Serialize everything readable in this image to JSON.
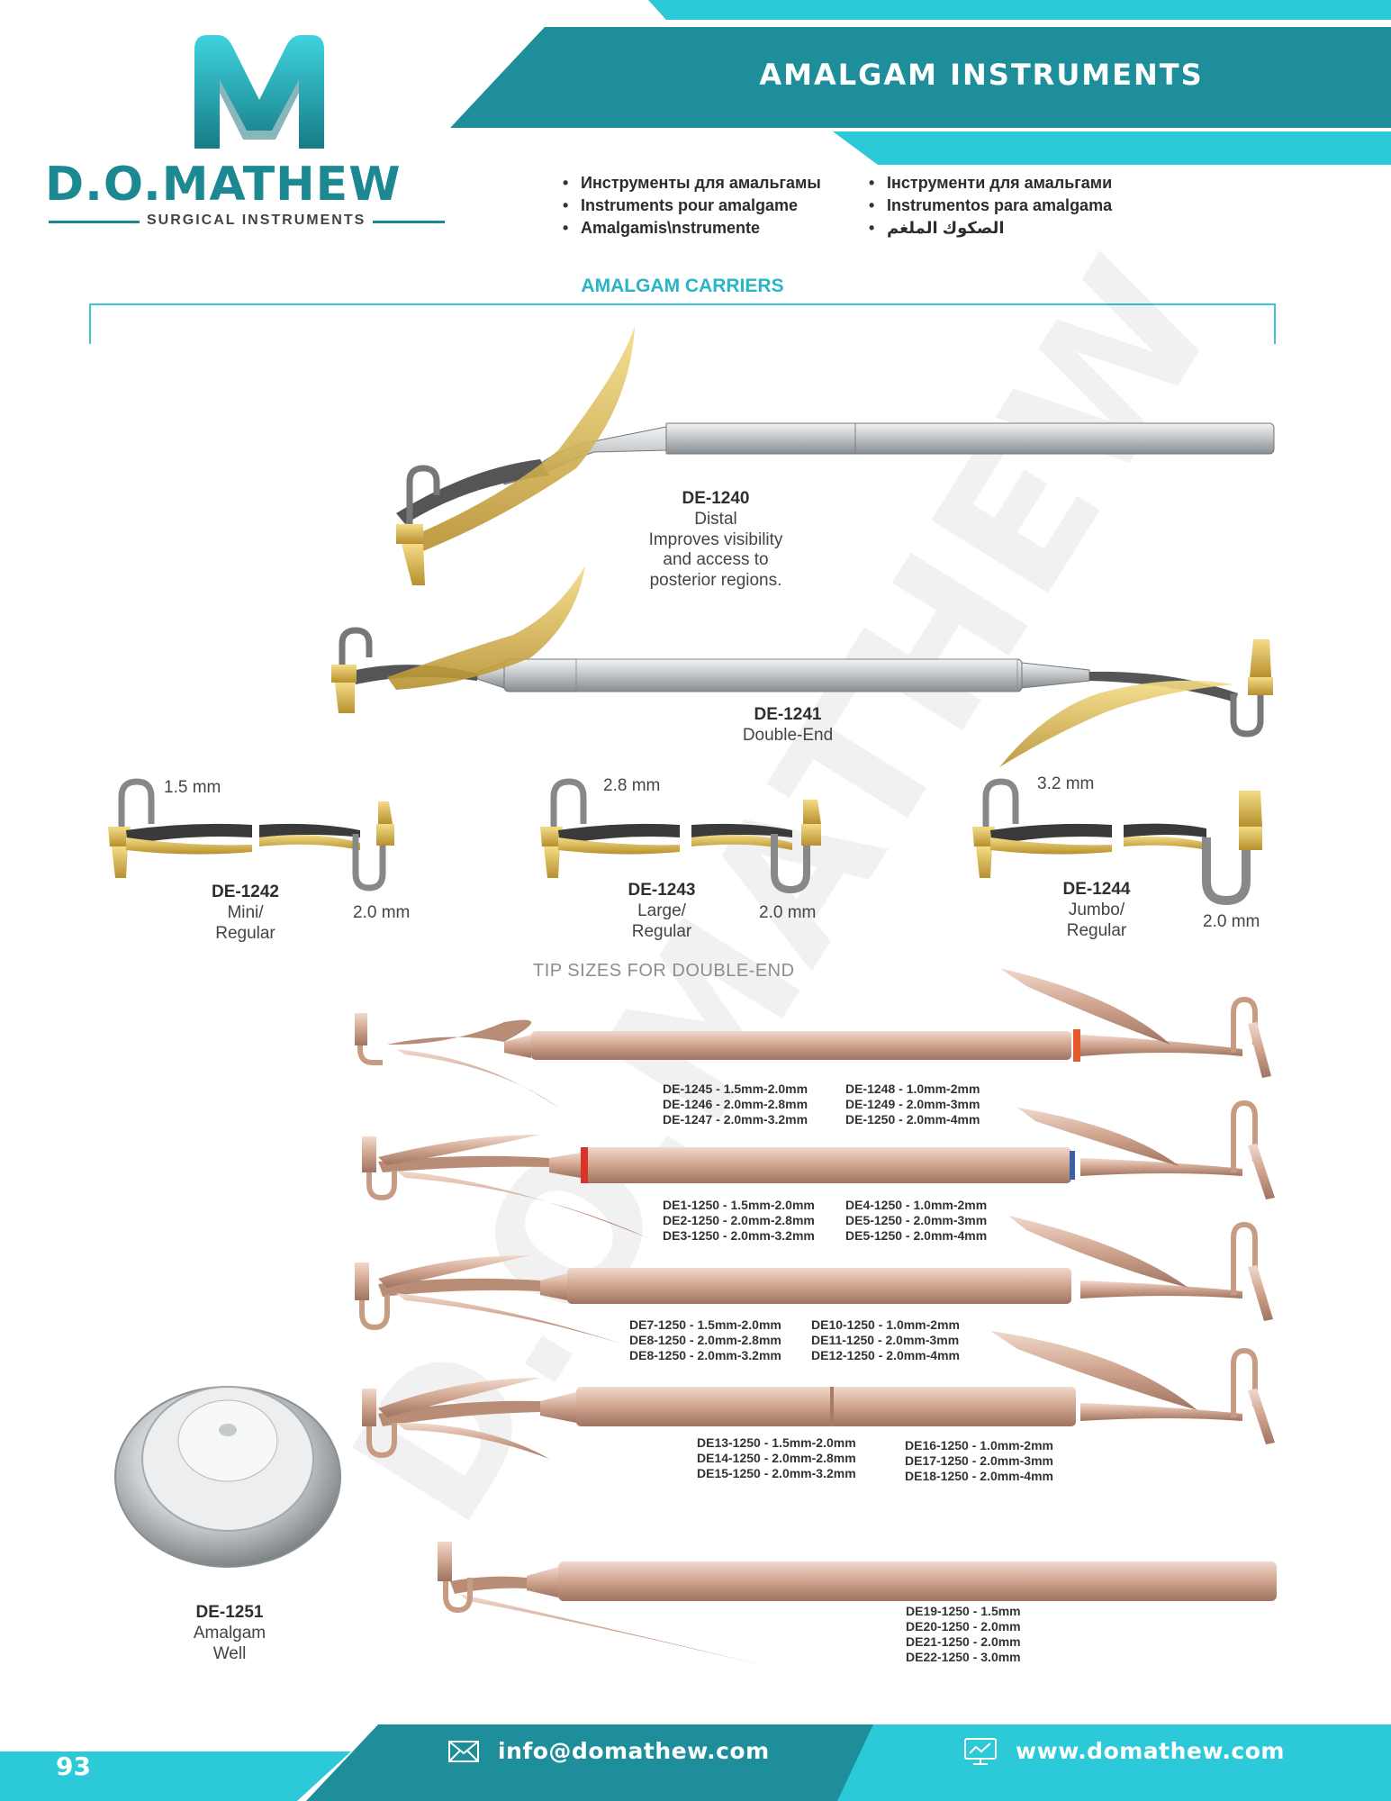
{
  "brand": {
    "name": "D.O.MATHEW",
    "tagline": "SURGICAL INSTRUMENTS",
    "logo_letter": "M"
  },
  "header": {
    "title": "AMALGAM INSTRUMENTS"
  },
  "languages": {
    "left": [
      "Инструменты для амальгамы",
      "Instruments pour amalgame",
      "Amalgamis\\nstrumente"
    ],
    "right": [
      "Інструменти для амальгами",
      "Instrumentos para amalgama",
      "الصكوك الملغم"
    ]
  },
  "section": {
    "title": "AMALGAM CARRIERS"
  },
  "watermark": "D.O.MATHEW",
  "products": {
    "de1240": {
      "code": "DE-1240",
      "lines": [
        "Distal",
        "Improves visibility",
        "and access to",
        "posterior regions."
      ]
    },
    "de1241": {
      "code": "DE-1241",
      "lines": [
        "Double-End"
      ]
    },
    "de1242": {
      "code": "DE-1242",
      "lines": [
        "Mini/",
        "Regular"
      ],
      "tip_a": "1.5 mm",
      "tip_b": "2.0 mm"
    },
    "de1243": {
      "code": "DE-1243",
      "lines": [
        "Large/",
        "Regular"
      ],
      "tip_a": "2.8 mm",
      "tip_b": "2.0 mm"
    },
    "de1244": {
      "code": "DE-1244",
      "lines": [
        "Jumbo/",
        "Regular"
      ],
      "tip_a": "3.2 mm",
      "tip_b": "2.0 mm"
    },
    "de1251": {
      "code": "DE-1251",
      "lines": [
        "Amalgam",
        "Well"
      ]
    }
  },
  "tip_sizes_caption": "TIP SIZES FOR DOUBLE-END",
  "code_groups": [
    {
      "left": [
        "DE-1245 - 1.5mm-2.0mm",
        "DE-1246 - 2.0mm-2.8mm",
        "DE-1247 - 2.0mm-3.2mm"
      ],
      "right": [
        "DE-1248 - 1.0mm-2mm",
        "DE-1249 - 2.0mm-3mm",
        "DE-1250 - 2.0mm-4mm"
      ]
    },
    {
      "left": [
        "DE1-1250 - 1.5mm-2.0mm",
        "DE2-1250 - 2.0mm-2.8mm",
        "DE3-1250 - 2.0mm-3.2mm"
      ],
      "right": [
        "DE4-1250 - 1.0mm-2mm",
        "DE5-1250 - 2.0mm-3mm",
        "DE5-1250 - 2.0mm-4mm"
      ]
    },
    {
      "left": [
        "DE7-1250 - 1.5mm-2.0mm",
        "DE8-1250 - 2.0mm-2.8mm",
        "DE8-1250 - 2.0mm-3.2mm"
      ],
      "right": [
        "DE10-1250 - 1.0mm-2mm",
        "DE11-1250 - 2.0mm-3mm",
        "DE12-1250 - 2.0mm-4mm"
      ]
    },
    {
      "left": [
        "DE13-1250 - 1.5mm-2.0mm",
        "DE14-1250 - 2.0mm-2.8mm",
        "DE15-1250 - 2.0mm-3.2mm"
      ],
      "right": [
        "DE16-1250 - 1.0mm-2mm",
        "DE17-1250 - 2.0mm-3mm",
        "DE18-1250 - 2.0mm-4mm"
      ]
    },
    {
      "left": [],
      "right": [
        "DE19-1250 - 1.5mm",
        "DE20-1250 - 2.0mm",
        "DE21-1250 - 2.0mm",
        "DE22-1250 - 3.0mm"
      ]
    }
  ],
  "footer": {
    "page_number": "93",
    "email": "info@domathew.com",
    "website": "www.domathew.com"
  },
  "colors": {
    "teal": "#1d8e9a",
    "cyan": "#2cc9d8",
    "gold": "#d9b54a",
    "steel": "#b8bcc0",
    "copper": "#c9a08a"
  }
}
